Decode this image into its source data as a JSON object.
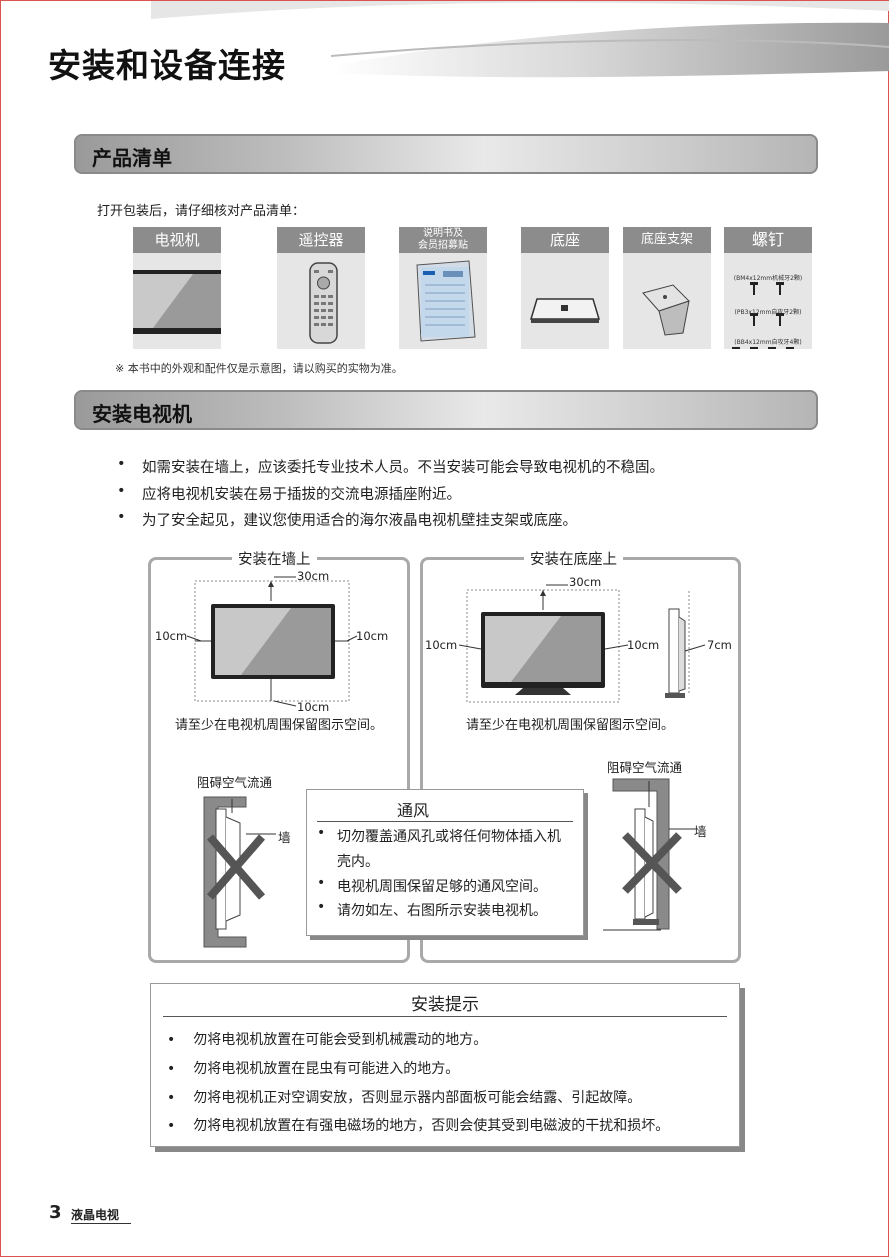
{
  "header": {
    "title": "安装和设备连接"
  },
  "products": {
    "section_title": "产品清单",
    "intro": "打开包装后，请仔细核对产品清单：",
    "items": [
      {
        "label": "电视机"
      },
      {
        "label": "遥控器"
      },
      {
        "label": "说明书及\n会员招募贴"
      },
      {
        "label": "底座"
      },
      {
        "label": "底座支架"
      },
      {
        "label": "螺钉"
      }
    ],
    "screws": [
      "(BM4x12mm机械牙2颗)",
      "(PB3x12mm自攻牙2颗)",
      "(BB4x12mm自攻牙4颗)"
    ],
    "note": "※  本书中的外观和配件仅是示意图，请以购买的实物为准。"
  },
  "install": {
    "section_title": "安装电视机",
    "bullets": [
      "如需安装在墙上，应该委托专业技术人员。不当安装可能会导致电视机的不稳固。",
      "应将电视机安装在易于插拔的交流电源插座附近。",
      "为了安全起见，建议您使用适合的海尔液晶电视机壁挂支架或底座。"
    ],
    "wall": {
      "title": "安装在墙上",
      "top": "30cm",
      "left": "10cm",
      "right": "10cm",
      "bottom": "10cm",
      "caption": "请至少在电视机周围保留图示空间。",
      "block_label": "阻碍空气流通",
      "wall_label": "墙"
    },
    "stand": {
      "title": "安装在底座上",
      "top": "30cm",
      "left": "10cm",
      "right": "10cm",
      "side": "7cm",
      "caption": "请至少在电视机周围保留图示空间。",
      "block_label": "阻碍空气流通",
      "wall_label": "墙"
    },
    "ventilation": {
      "title": "通风",
      "items": [
        "切勿覆盖通风孔或将任何物体插入机壳内。",
        "电视机周围保留足够的通风空间。",
        "请勿如左、右图所示安装电视机。"
      ]
    }
  },
  "tips": {
    "title": "安装提示",
    "items": [
      "勿将电视机放置在可能会受到机械震动的地方。",
      "勿将电视机放置在昆虫有可能进入的地方。",
      "勿将电视机正对空调安放，否则显示器内部面板可能会结露、引起故障。",
      "勿将电视机放置在有强电磁场的地方，否则会使其受到电磁波的干扰和损坏。"
    ]
  },
  "footer": {
    "page": "3",
    "label": "液晶电视"
  }
}
